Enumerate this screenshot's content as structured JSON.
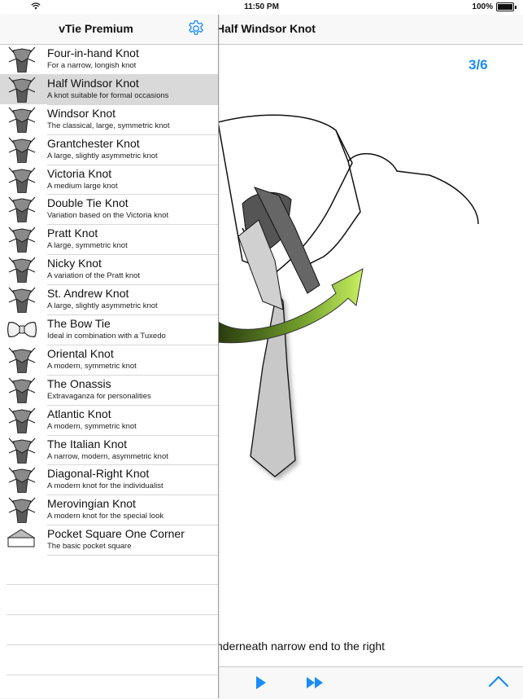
{
  "status_bar": {
    "time": "11:50 PM",
    "battery": "100%"
  },
  "sidebar": {
    "title": "vTie Premium",
    "items": [
      {
        "name": "Four-in-hand Knot",
        "desc": "For a narrow, longish knot",
        "icon": "tie-knot-icon"
      },
      {
        "name": "Half Windsor Knot",
        "desc": "A knot suitable for formal occasions",
        "icon": "tie-knot-icon",
        "selected": true
      },
      {
        "name": "Windsor Knot",
        "desc": "The classical, large, symmetric knot",
        "icon": "tie-knot-icon"
      },
      {
        "name": "Grantchester Knot",
        "desc": "A large, slightly asymmetric knot",
        "icon": "tie-knot-icon"
      },
      {
        "name": "Victoria Knot",
        "desc": "A medium large knot",
        "icon": "tie-knot-icon"
      },
      {
        "name": "Double Tie Knot",
        "desc": "Variation based on the Victoria knot",
        "icon": "tie-knot-icon"
      },
      {
        "name": "Pratt Knot",
        "desc": "A large, symmetric knot",
        "icon": "tie-knot-icon"
      },
      {
        "name": "Nicky Knot",
        "desc": "A variation of the Pratt knot",
        "icon": "tie-knot-icon"
      },
      {
        "name": "St. Andrew Knot",
        "desc": "A large, slightly asymmetric knot",
        "icon": "tie-knot-icon"
      },
      {
        "name": "The Bow Tie",
        "desc": "Ideal in combination with a Tuxedo",
        "icon": "bow-tie-icon"
      },
      {
        "name": "Oriental Knot",
        "desc": "A modern, symmetric knot",
        "icon": "tie-knot-icon"
      },
      {
        "name": "The Onassis",
        "desc": "Extravaganza for personalities",
        "icon": "tie-knot-icon"
      },
      {
        "name": "Atlantic Knot",
        "desc": "A modern, symmetric knot",
        "icon": "tie-knot-icon"
      },
      {
        "name": "The Italian Knot",
        "desc": "A narrow, modern, asymmetric knot",
        "icon": "tie-knot-icon"
      },
      {
        "name": "Diagonal-Right Knot",
        "desc": "A modern knot for the individualist",
        "icon": "tie-knot-icon"
      },
      {
        "name": "Merovingian Knot",
        "desc": "A modern knot for the special look",
        "icon": "tie-knot-icon"
      },
      {
        "name": "Pocket Square One Corner",
        "desc": "The basic pocket square",
        "icon": "pocket-square-icon"
      }
    ]
  },
  "main": {
    "title": "Half Windsor Knot",
    "step": "3/6",
    "instruction": "nderneath narrow end to the right"
  },
  "colors": {
    "accent": "#1a8cf5",
    "selected_row": "#d9d9d9"
  }
}
